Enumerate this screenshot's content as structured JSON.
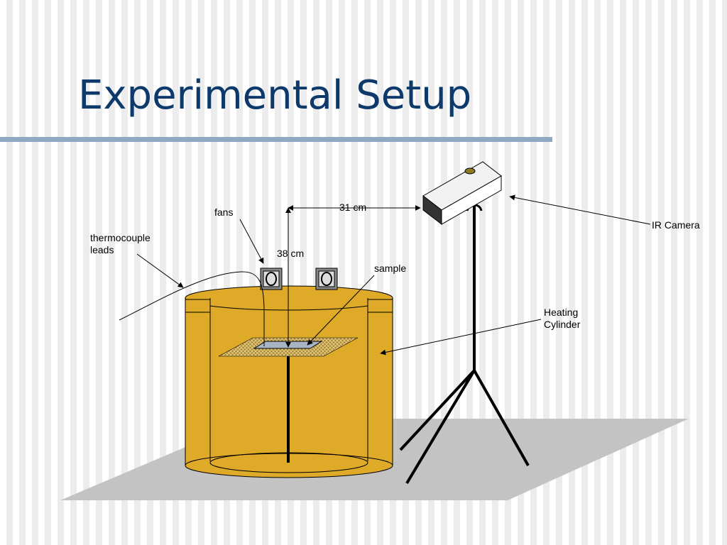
{
  "slide": {
    "title": "Experimental Setup"
  },
  "labels": {
    "fans": "fans",
    "thermocouple_line1": "thermocouple",
    "thermocouple_line2": "leads",
    "dim_horizontal": "31 cm",
    "dim_vertical": "38 cm",
    "sample": "sample",
    "ir_camera": "IR Camera",
    "heating_line1": "Heating",
    "heating_line2": "Cylinder"
  },
  "colors": {
    "title": "#0e3a6b",
    "rule": "#8fa9c4",
    "cylinder": "#deaa28",
    "floor": "#c3c3c3"
  },
  "icons": {
    "fan": "fan-icon",
    "camera": "ir-camera-icon"
  }
}
